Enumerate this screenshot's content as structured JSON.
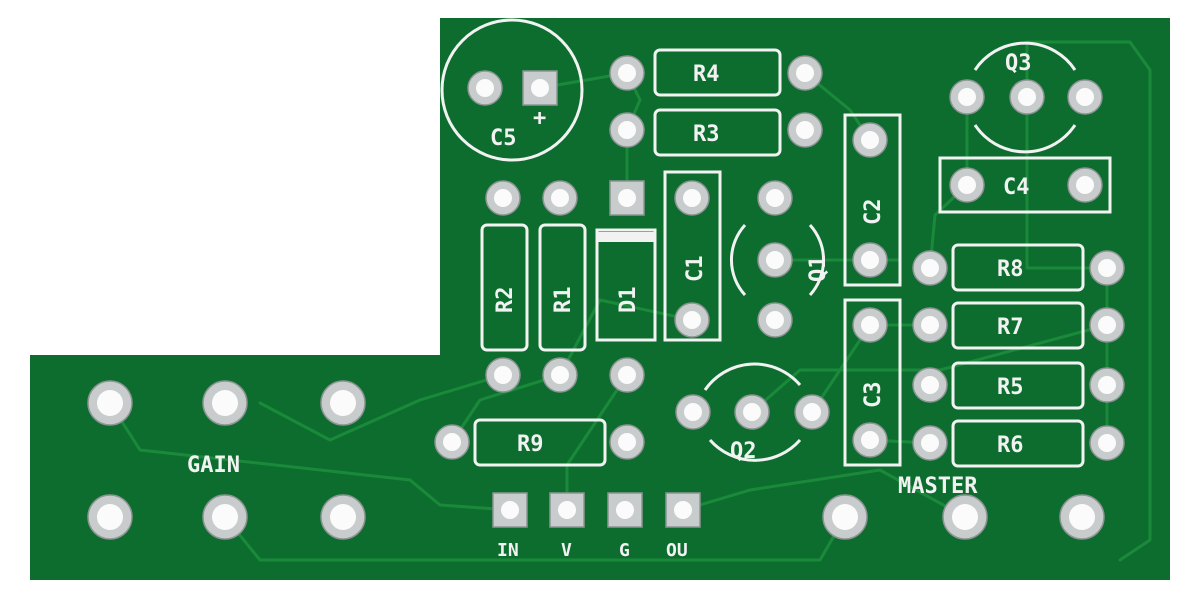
{
  "board": {
    "colors": {
      "solder_mask": "#0c6d2f",
      "silkscreen": "#f2f2f2",
      "pad": "#c9cccc",
      "trace": "#1a8a3a"
    },
    "components": {
      "c5": "C5",
      "c5_polarity": "+",
      "r4": "R4",
      "r3": "R3",
      "q3": "Q3",
      "c4": "C4",
      "c2": "C2",
      "c1": "C1",
      "q1": "Q1",
      "d1": "D1",
      "r1": "R1",
      "r2": "R2",
      "r8": "R8",
      "r7": "R7",
      "r5": "R5",
      "r6": "R6",
      "c3": "C3",
      "q2": "Q2",
      "r9": "R9"
    },
    "pots": {
      "gain": "GAIN",
      "master": "MASTER"
    },
    "connector": [
      "IN",
      "V",
      "G",
      "OU"
    ]
  }
}
